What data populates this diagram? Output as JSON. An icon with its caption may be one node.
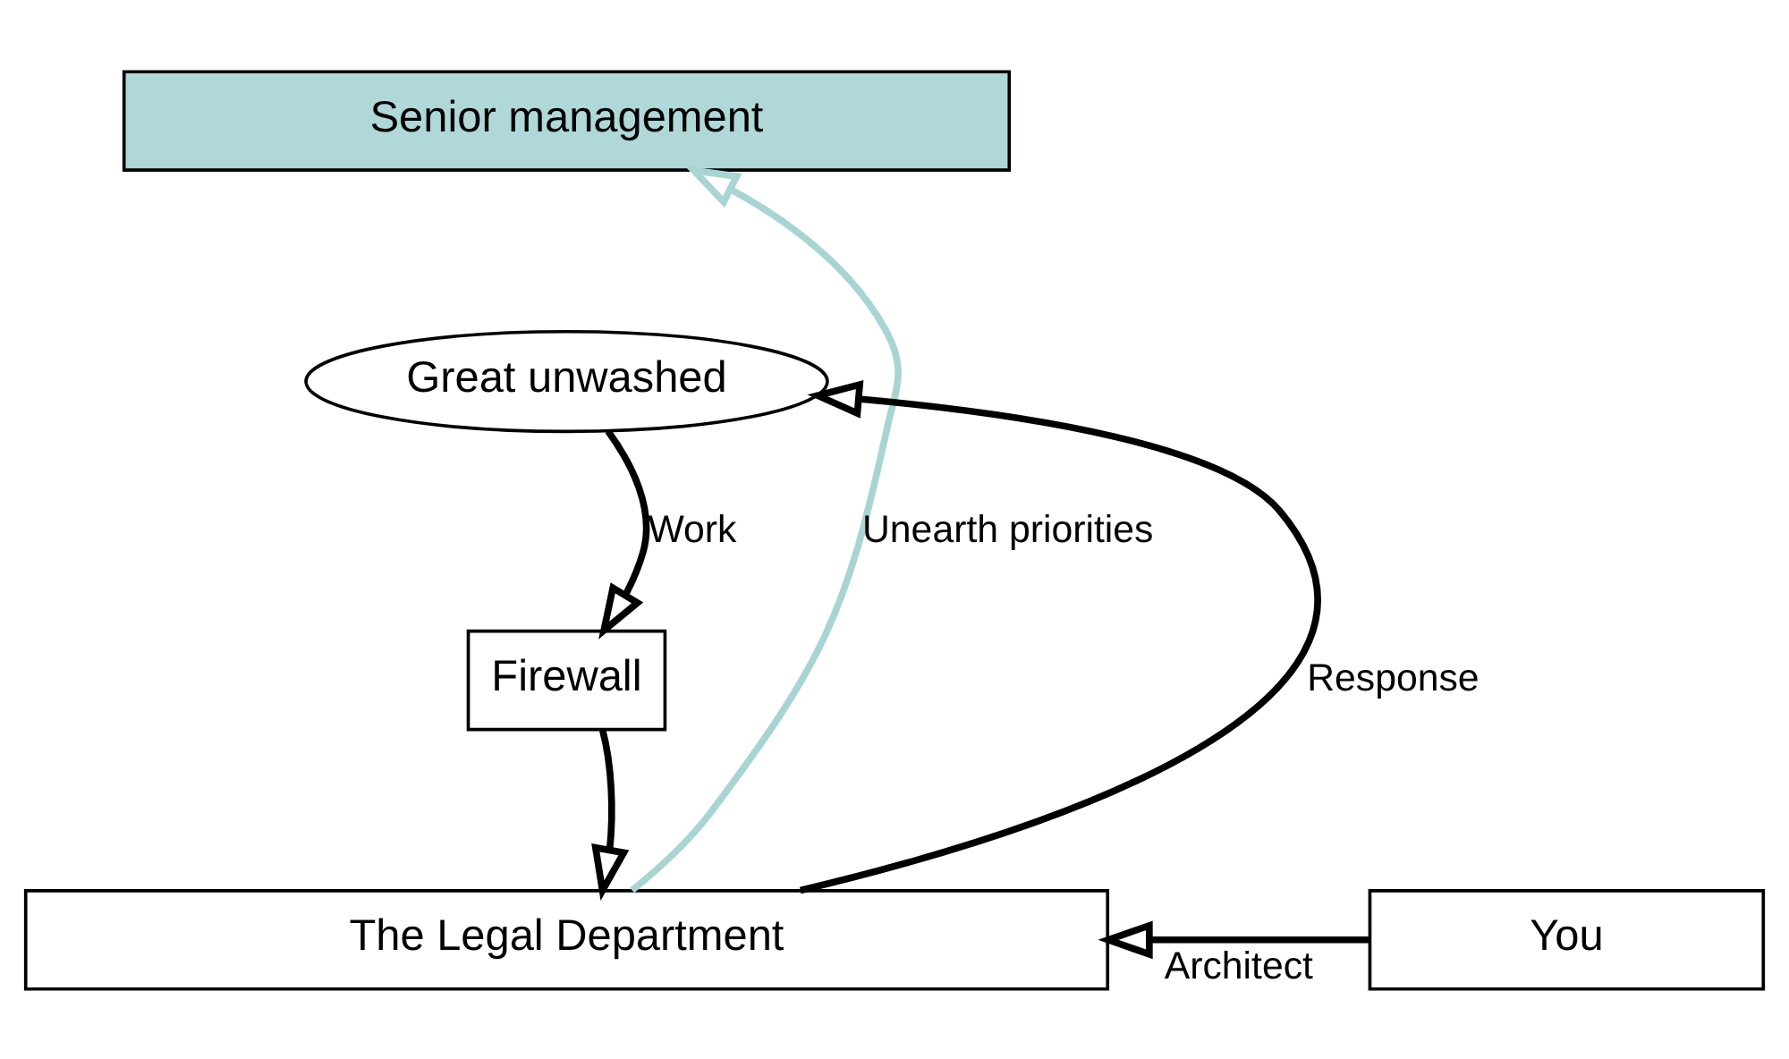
{
  "diagram": {
    "nodes": [
      {
        "text": [
          "Senior management"
        ]
      },
      {
        "text": [
          "Great unwashed"
        ]
      },
      {
        "text": [
          "Firewall"
        ]
      },
      {
        "text": [
          "You"
        ]
      },
      {
        "text": [
          "The Legal Department"
        ]
      }
    ],
    "edges": [
      {
        "from": 3,
        "to": 4,
        "arrow": "to",
        "label": "Architect"
      },
      {
        "from": 4,
        "to": 0,
        "arrow": "to",
        "label": "Unearth priorities",
        "color": "#a8d4d4"
      },
      {
        "from": 1,
        "to": 2,
        "arrow": "to",
        "label": "Work"
      },
      {
        "from": 2,
        "to": 4,
        "arrow": "to"
      },
      {
        "from": 4,
        "to": 1,
        "arrow": "to",
        "label": "Response"
      }
    ]
  }
}
